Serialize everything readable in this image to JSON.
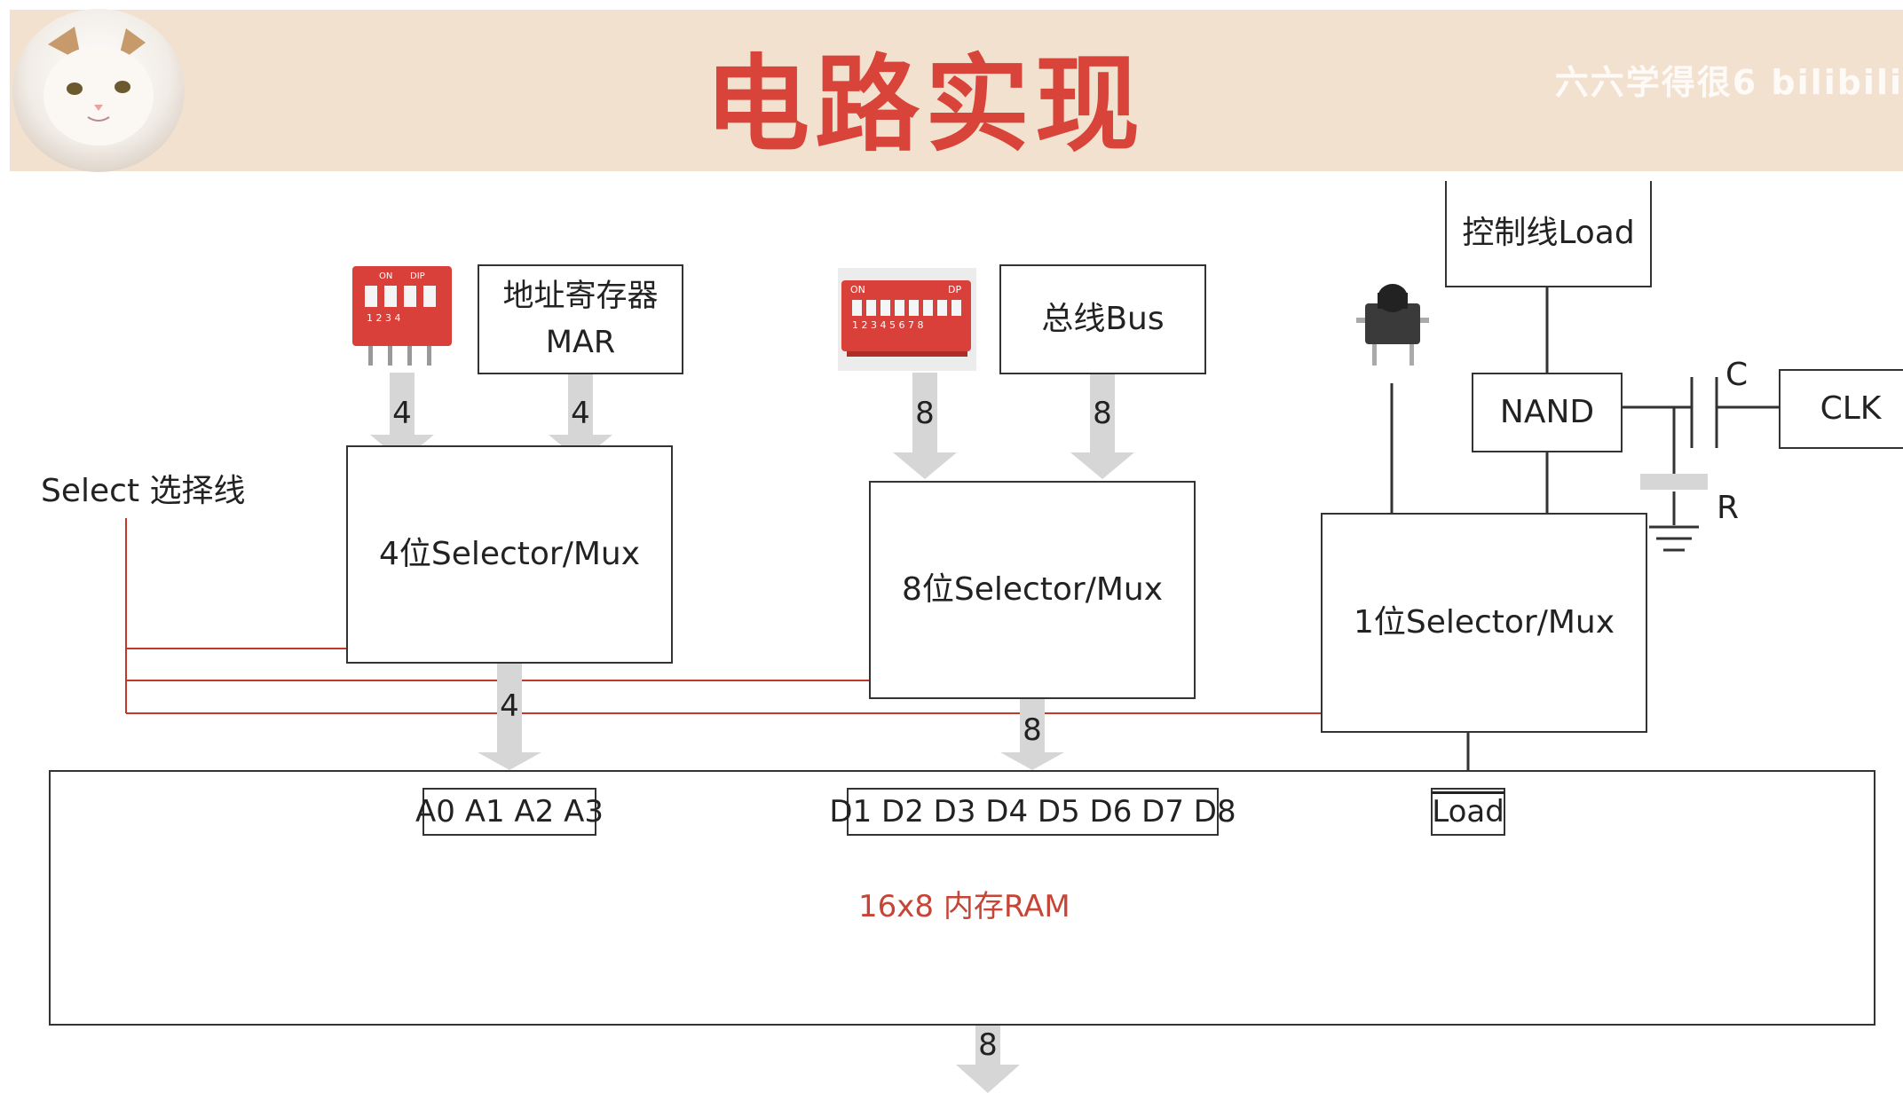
{
  "header": {
    "title": "电路实现",
    "watermark": "六六学得很6 bilibili",
    "bg_color": "#f3e1cf",
    "title_color": "#d84439"
  },
  "labels": {
    "select_line": "Select 选择线",
    "mar": "地址寄存器\nMAR",
    "bus": "总线Bus",
    "control_load": "控制线Load",
    "nand": "NAND",
    "clk": "CLK",
    "c": "C",
    "r": "R",
    "mux4": "4位Selector/Mux",
    "mux8": "8位Selector/Mux",
    "mux1": "1位Selector/Mux",
    "ram": "16x8 内存RAM",
    "addr_port": "A0 A1 A2 A3",
    "data_port": "D1 D2 D3 D4 D5 D6 D7 D8",
    "load_port": "Load"
  },
  "bus_widths": {
    "dip4": "4",
    "mar": "4",
    "dip8": "8",
    "bus": "8",
    "mux4_out": "4",
    "mux8_out": "8",
    "ram_out": "8"
  },
  "dip4": {
    "top_labels": "ON  DIP",
    "numbers": "1 2 3 4"
  },
  "dip8": {
    "on_label": "ON",
    "dp_label": "DP",
    "numbers": "1 2 3 4 5 6 7 8"
  },
  "colors": {
    "select_wire": "#c0392b",
    "dip_red": "#d9403a",
    "arrow_gray": "#d3d3d3"
  }
}
